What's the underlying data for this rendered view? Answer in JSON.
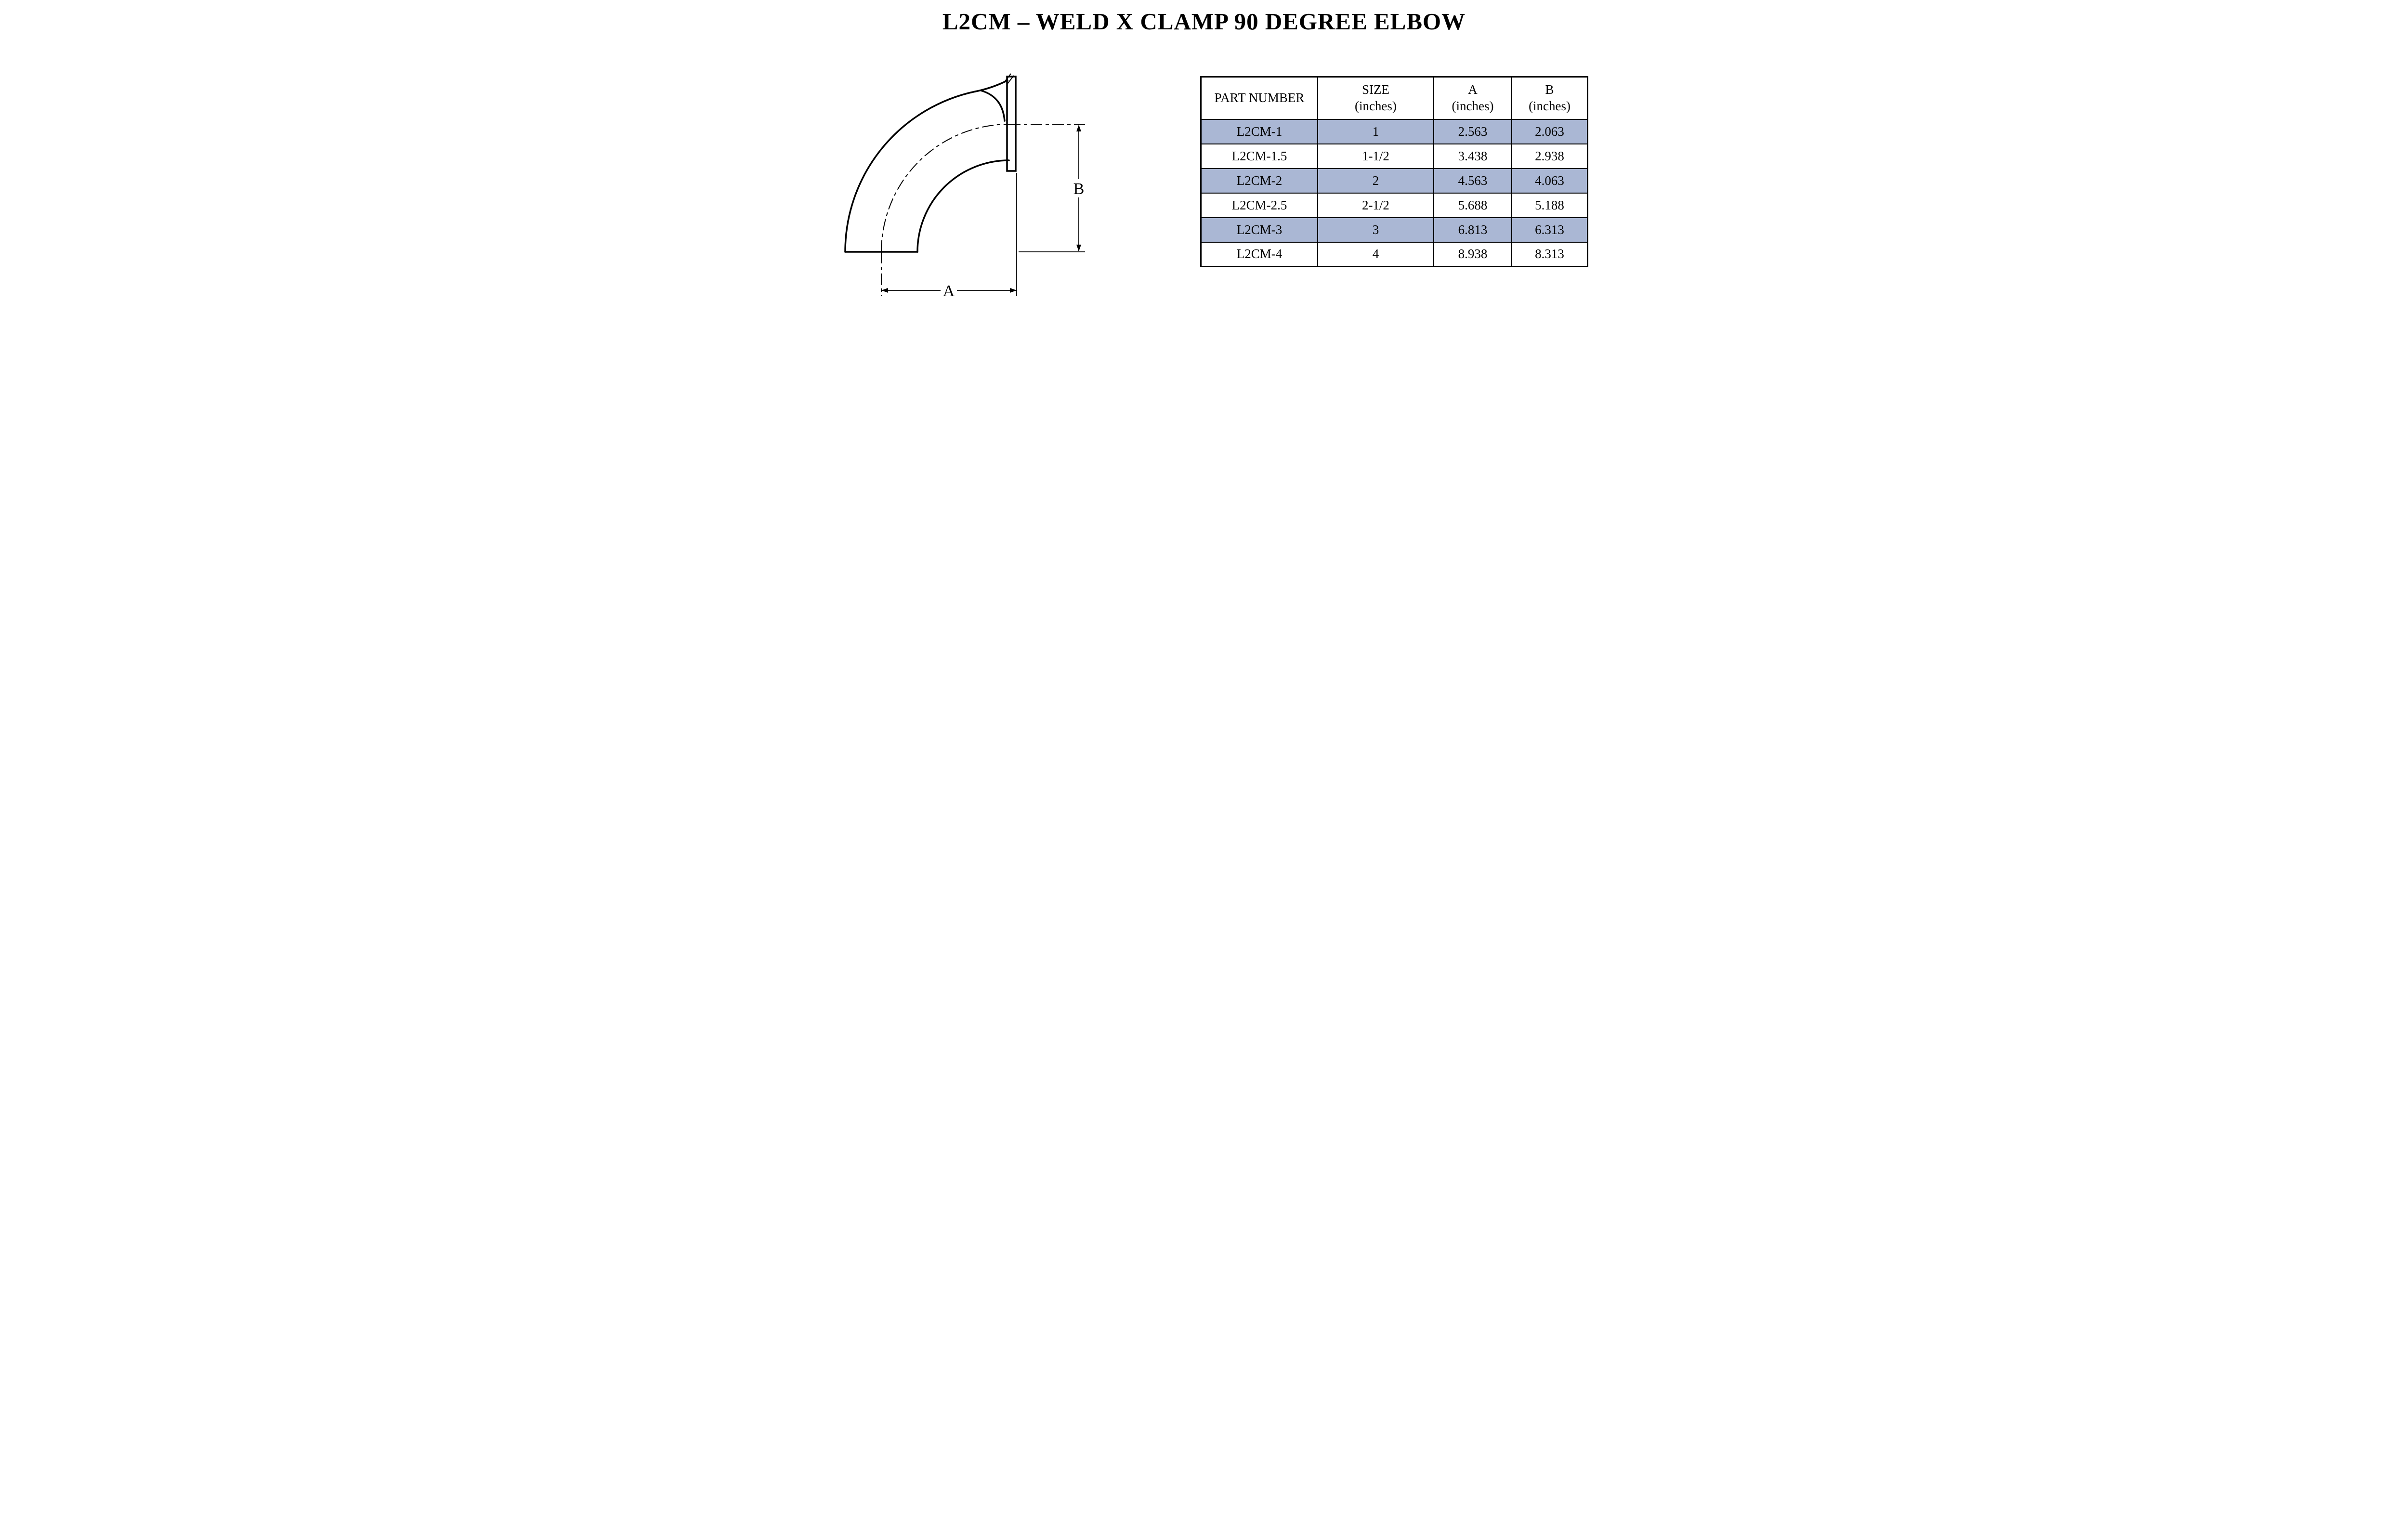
{
  "title": "L2CM – WELD X CLAMP 90 DEGREE ELBOW",
  "diagram": {
    "description": "90 degree elbow, weld end at bottom, clamp ferrule end at right",
    "dim_labels": {
      "a": "A",
      "b": "B"
    }
  },
  "table": {
    "headers": [
      {
        "title": "PART NUMBER",
        "unit": ""
      },
      {
        "title": "SIZE",
        "unit": "(inches)"
      },
      {
        "title": "A",
        "unit": "(inches)"
      },
      {
        "title": "B",
        "unit": "(inches)"
      }
    ],
    "rows": [
      {
        "part_number": "L2CM-1",
        "size": "1",
        "a": "2.563",
        "b": "2.063"
      },
      {
        "part_number": "L2CM-1.5",
        "size": "1-1/2",
        "a": "3.438",
        "b": "2.938"
      },
      {
        "part_number": "L2CM-2",
        "size": "2",
        "a": "4.563",
        "b": "4.063"
      },
      {
        "part_number": "L2CM-2.5",
        "size": "2-1/2",
        "a": "5.688",
        "b": "5.188"
      },
      {
        "part_number": "L2CM-3",
        "size": "3",
        "a": "6.813",
        "b": "6.313"
      },
      {
        "part_number": "L2CM-4",
        "size": "4",
        "a": "8.938",
        "b": "8.313"
      }
    ]
  },
  "colors": {
    "row_highlight": "#aab7d4",
    "line": "#000000",
    "background": "#ffffff"
  }
}
